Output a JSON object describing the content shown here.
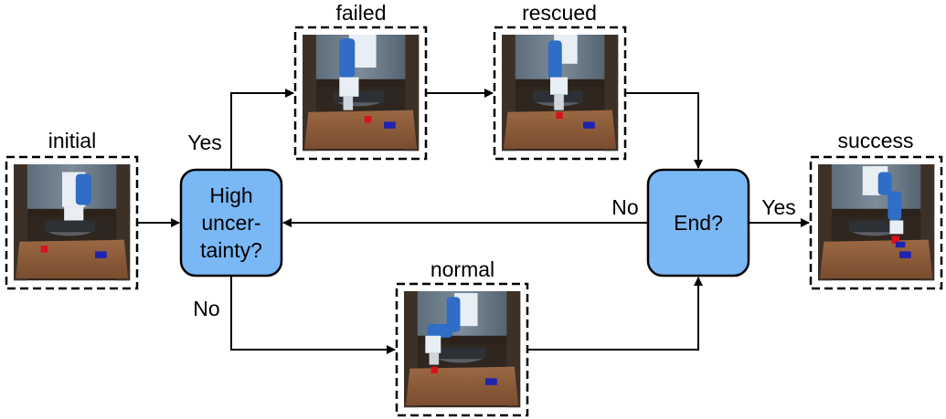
{
  "stages": {
    "initial": "initial",
    "failed": "failed",
    "rescued": "rescued",
    "normal": "normal",
    "success": "success"
  },
  "decisions": {
    "uncertainty": [
      "High",
      "uncer-",
      "tainty?"
    ],
    "end": "End?"
  },
  "edges": {
    "uncertainty_yes": "Yes",
    "uncertainty_no": "No",
    "end_yes": "Yes",
    "end_no": "No"
  },
  "colors": {
    "decision_fill": "#7ab8f5",
    "table": "#8a5a38",
    "floor": "#3b2f25",
    "wall": "#6b7f92",
    "robot_white": "#e9eef4",
    "robot_blue": "#2f6dc6",
    "object_red": "#d8121b",
    "target_blue": "#1f23b0"
  }
}
